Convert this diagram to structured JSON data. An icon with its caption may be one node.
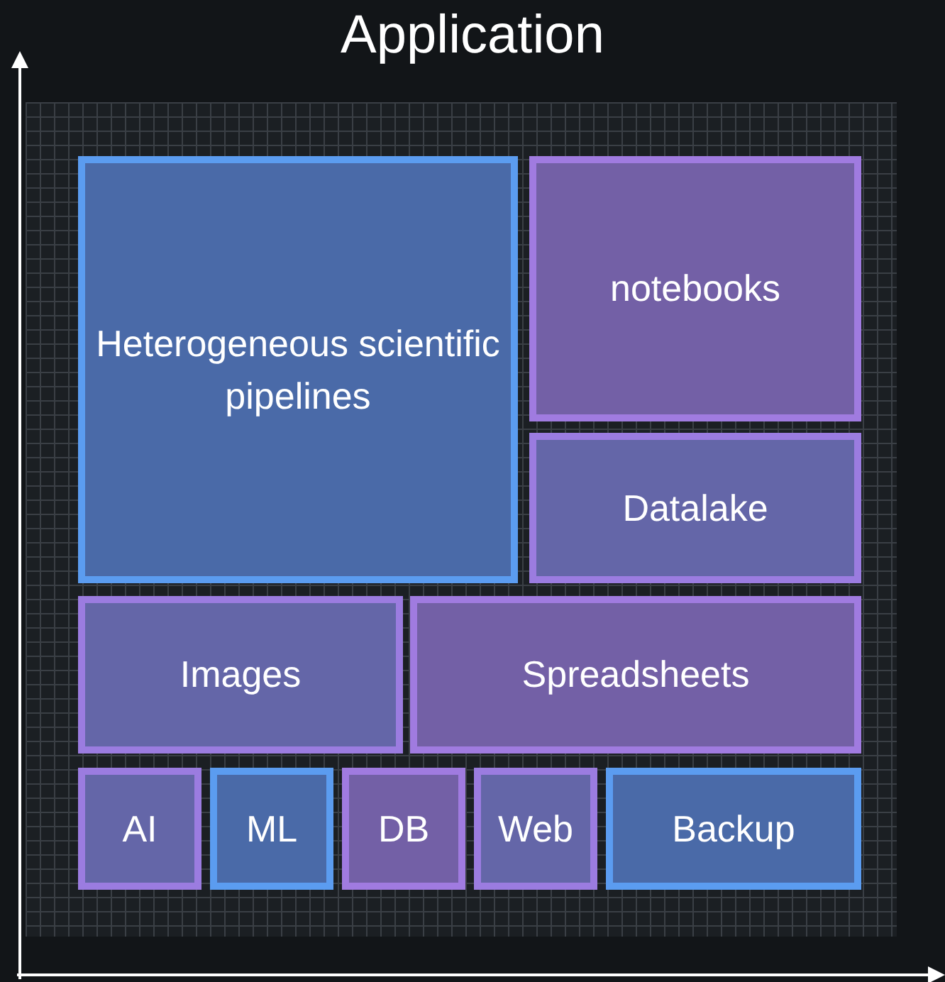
{
  "diagram": {
    "title": "Application",
    "nodes": [
      {
        "text": [
          "Heterogeneous scientific pipelines"
        ]
      },
      {
        "text": [
          "notebooks"
        ]
      },
      {
        "text": [
          "Datalake"
        ]
      },
      {
        "text": [
          "Images"
        ]
      },
      {
        "text": [
          "Spreadsheets"
        ]
      },
      {
        "text": [
          "AI"
        ]
      },
      {
        "text": [
          "ML"
        ]
      },
      {
        "text": [
          "DB"
        ]
      },
      {
        "text": [
          "Web"
        ]
      },
      {
        "text": [
          "Backup"
        ]
      }
    ]
  }
}
